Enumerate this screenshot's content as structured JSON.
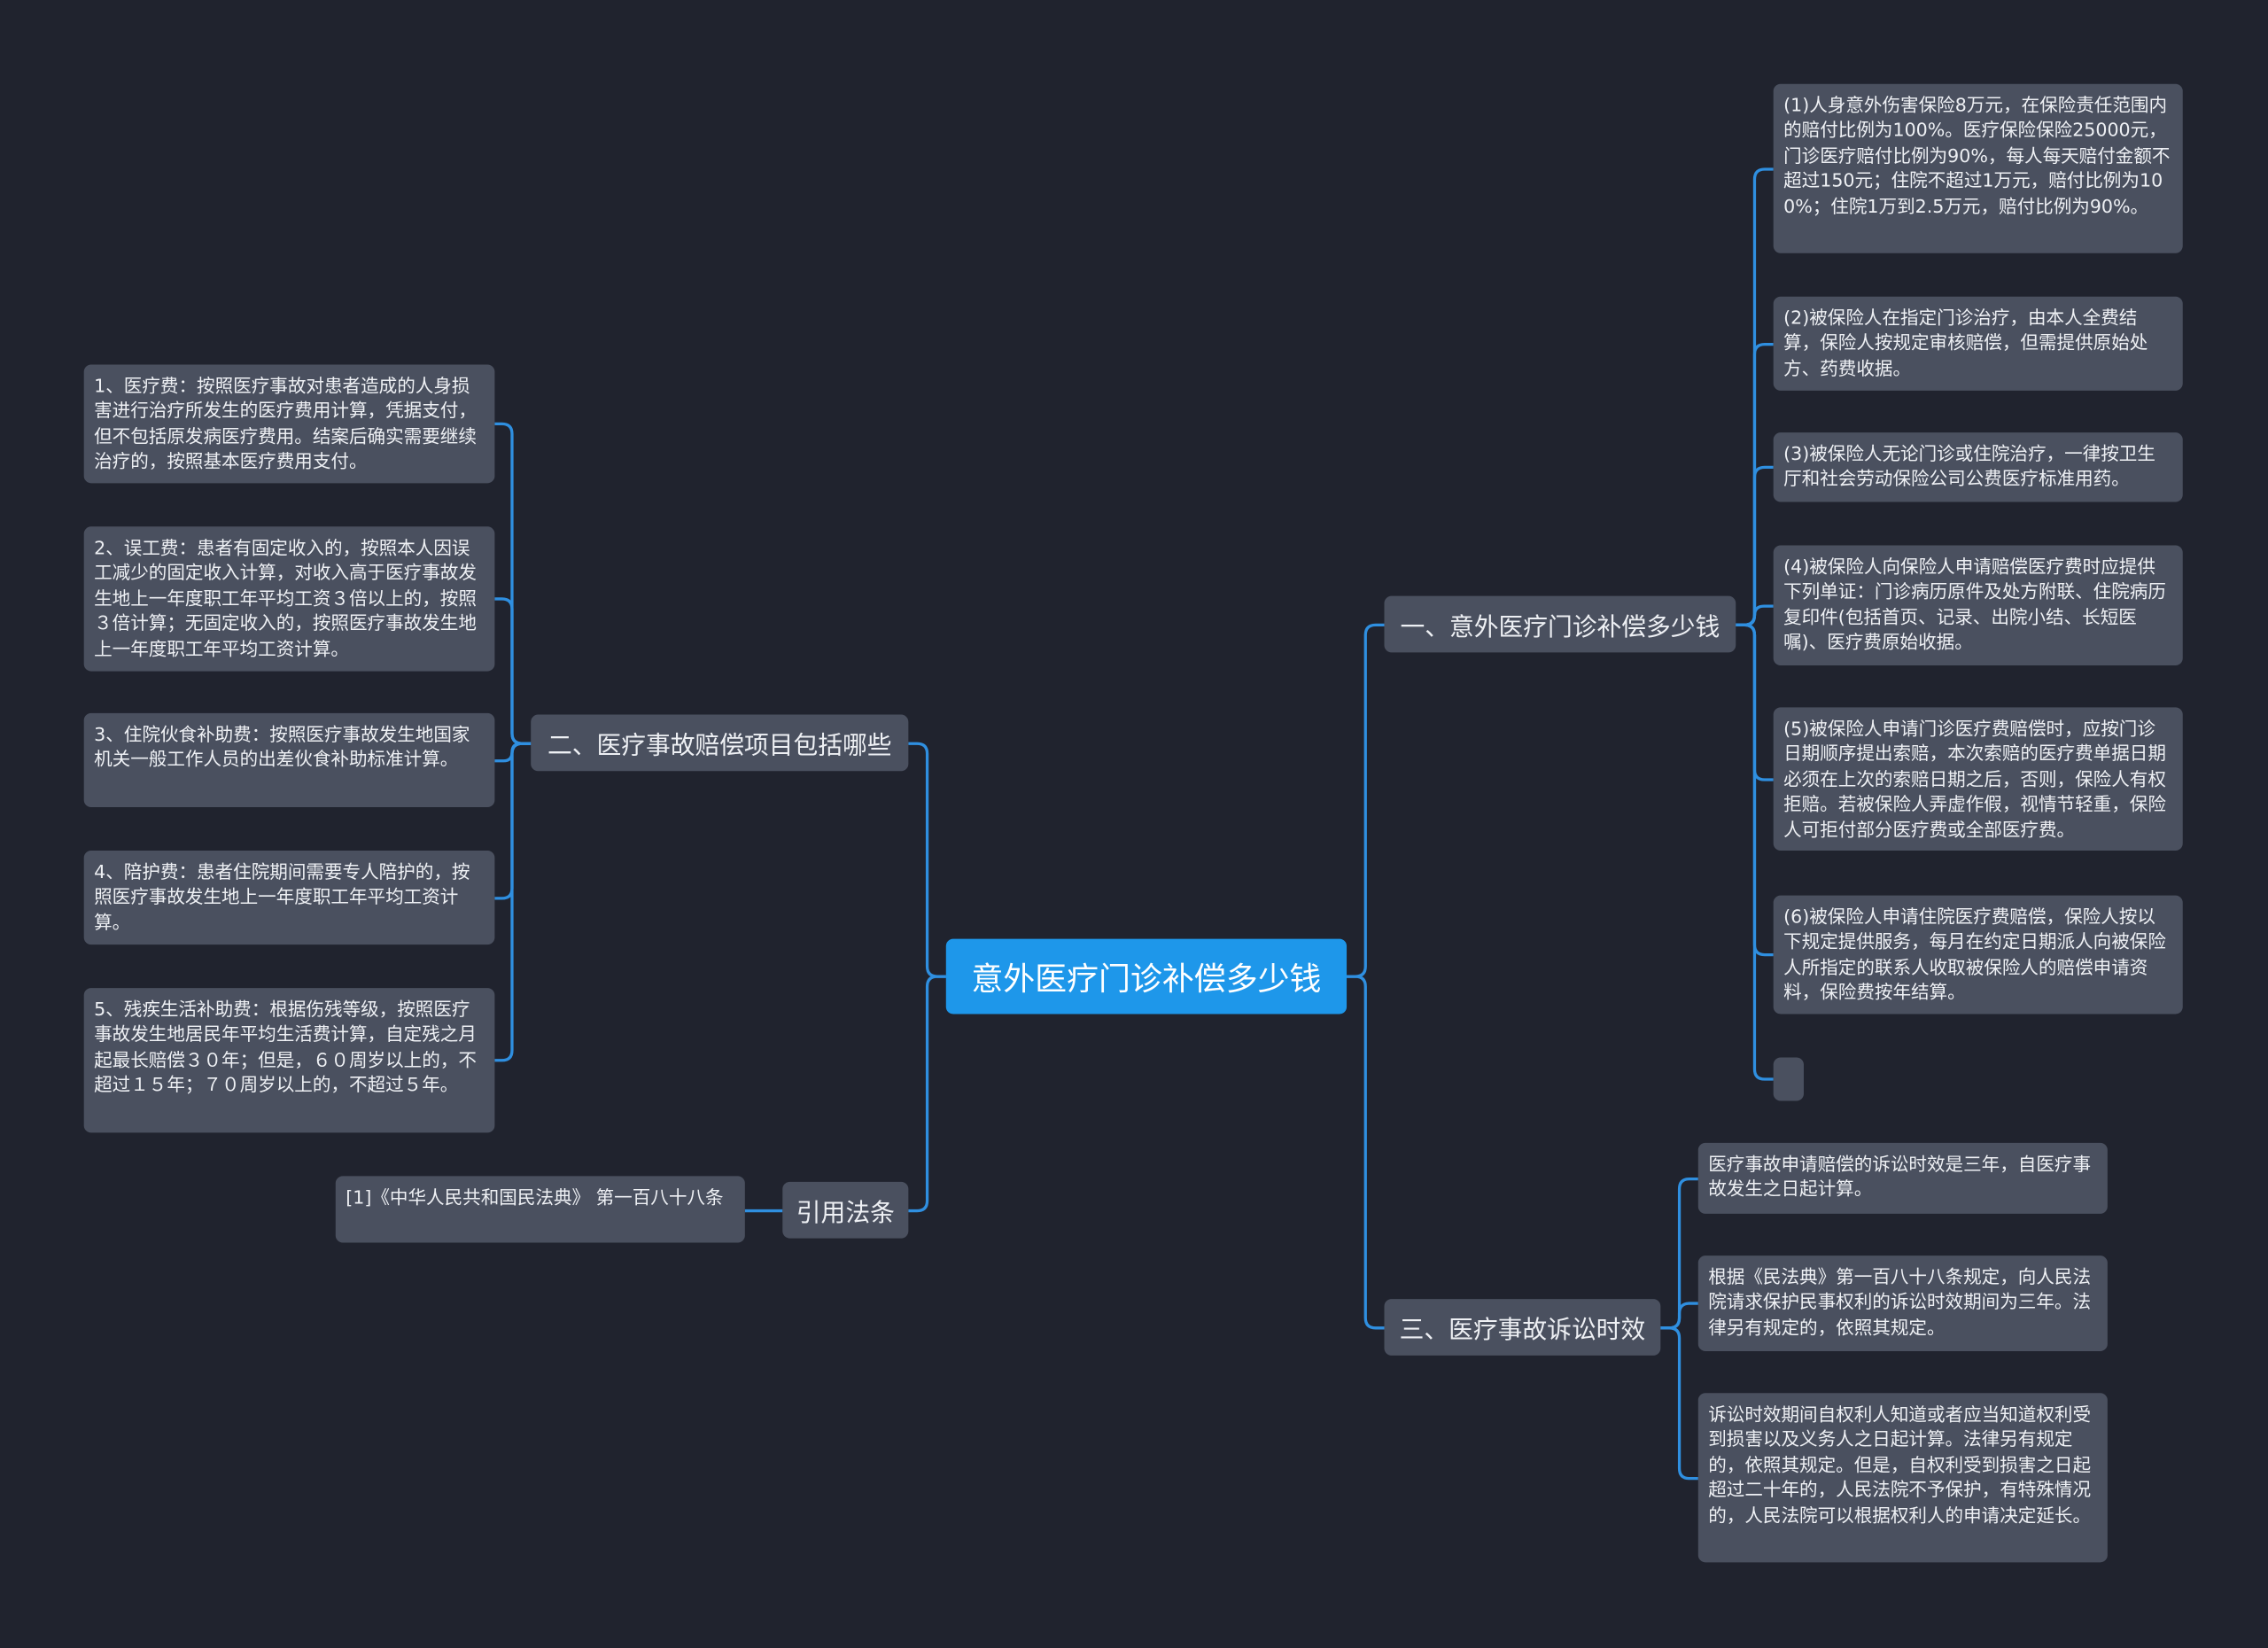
{
  "root": {
    "label": "意外医疗门诊补偿多少钱"
  },
  "branches": {
    "b1": {
      "label": "一、意外医疗门诊补偿多少钱",
      "children": [
        "(1)人身意外伤害保险8万元，在保险责任范围内的赔付比例为100%。医疗保险保险25000元，门诊医疗赔付比例为90%，每人每天赔付金额不超过150元；住院不超过1万元，赔付比例为100%；住院1万到2.5万元，赔付比例为90%。",
        "(2)被保险人在指定门诊治疗，由本人全费结算，保险人按规定审核赔偿，但需提供原始处方、药费收据。",
        "(3)被保险人无论门诊或住院治疗，一律按卫生厅和社会劳动保险公司公费医疗标准用药。",
        "(4)被保险人向保险人申请赔偿医疗费时应提供下列单证：门诊病历原件及处方附联、住院病历复印件(包括首页、记录、出院小结、长短医嘱)、医疗费原始收据。",
        "(5)被保险人申请门诊医疗费赔偿时，应按门诊日期顺序提出索赔，本次索赔的医疗费单据日期必须在上次的索赔日期之后，否则，保险人有权拒赔。若被保险人弄虚作假，视情节轻重，保险人可拒付部分医疗费或全部医疗费。",
        "(6)被保险人申请住院医疗费赔偿，保险人按以下规定提供服务，每月在约定日期派人向被保险人所指定的联系人收取被保险人的赔偿申请资料，保险费按年结算。",
        ""
      ]
    },
    "b2": {
      "label": "二、医疗事故赔偿项目包括哪些",
      "children": [
        " 1、医疗费：按照医疗事故对患者造成的人身损害进行治疗所发生的医疗费用计算，凭据支付，但不包括原发病医疗费用。结案后确实需要继续治疗的，按照基本医疗费用支付。",
        " 2、误工费：患者有固定收入的，按照本人因误工减少的固定收入计算，对收入高于医疗事故发生地上一年度职工年平均工资３倍以上的，按照３倍计算；无固定收入的，按照医疗事故发生地上一年度职工年平均工资计算。",
        " 3、住院伙食补助费：按照医疗事故发生地国家机关一般工作人员的出差伙食补助标准计算。",
        " 4、陪护费：患者住院期间需要专人陪护的，按照医疗事故发生地上一年度职工年平均工资计算。",
        " 5、残疾生活补助费：根据伤残等级，按照医疗事故发生地居民年平均生活费计算，自定残之月起最长赔偿３０年；但是，６０周岁以上的，不超过１５年；７０周岁以上的，不超过５年。"
      ]
    },
    "b3": {
      "label": "三、医疗事故诉讼时效",
      "children": [
        "医疗事故申请赔偿的诉讼时效是三年，自医疗事故发生之日起计算。",
        "根据《民法典》第一百八十八条规定，向人民法院请求保护民事权利的诉讼时效期间为三年。法律另有规定的，依照其规定。",
        "诉讼时效期间自权利人知道或者应当知道权利受到损害以及义务人之日起计算。法律另有规定的，依照其规定。但是，自权利受到损害之日起超过二十年的，人民法院不予保护，有特殊情况的，人民法院可以根据权利人的申请决定延长。"
      ]
    },
    "b4": {
      "label": "引用法条",
      "children": [
        "[1]《中华人民共和国民法典》 第一百八十八条"
      ]
    }
  },
  "colors": {
    "background": "#20232e",
    "root": "#1e97ea",
    "node": "#4a505f",
    "link": "#2f8fe0"
  }
}
